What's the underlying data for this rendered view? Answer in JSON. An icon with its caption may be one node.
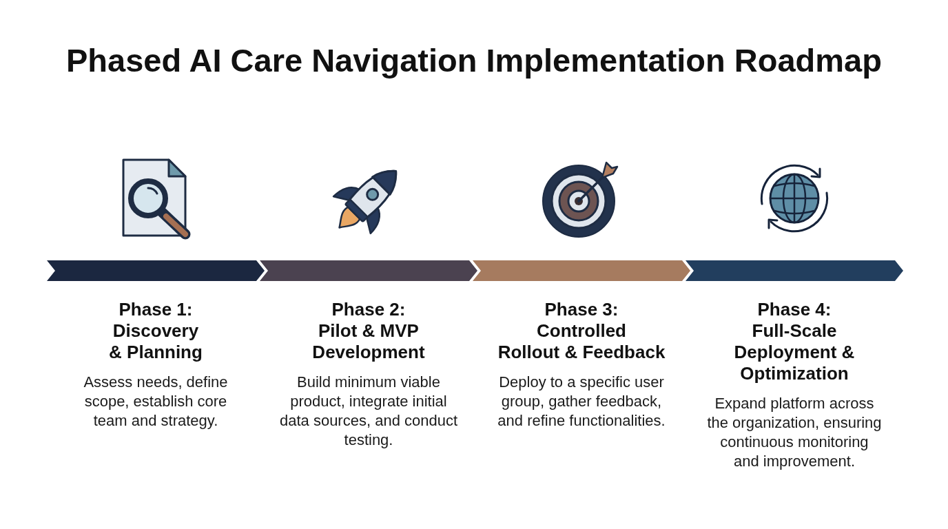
{
  "diagram": {
    "title": "Phased AI Care Navigation Implementation Roadmap",
    "nodes": [
      {
        "text": [
          "Phase 1: Discovery & Planning",
          "Assess needs, define scope, establish core team and strategy."
        ]
      },
      {
        "text": [
          "Phase 2: Pilot & MVP Development",
          "Build minimum viable product, integrate initial data sources, and conduct testing."
        ]
      },
      {
        "text": [
          "Phase 3: Controlled Rollout & Feedback",
          "Deploy to a specific user group, gather feedback, and refine functionalities."
        ]
      },
      {
        "text": [
          "Phase 4: Full-Scale Deployment & Optimization",
          "Expand platform across the organization, ensuring continuous monitoring and improvement."
        ]
      }
    ]
  }
}
